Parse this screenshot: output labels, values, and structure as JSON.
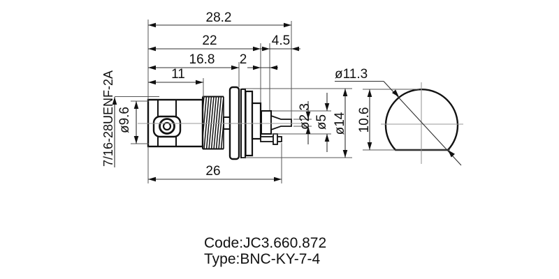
{
  "side_view": {
    "thread_label": "7/16-28UENF-2A",
    "dim_overall_length": "28.2",
    "dim_body_length": "22",
    "dim_length_16_8": "16.8",
    "dim_front_length": "11",
    "dim_insulator_step": "2",
    "dim_pin_length": "4.5",
    "dim_rear_length": "26",
    "dim_barrel_diameter": "ø9.6",
    "dim_pin_diameter": "ø2.3",
    "dim_insulator_diameter": "ø5",
    "dim_flange_diameter": "ø14"
  },
  "front_view": {
    "dim_cutout_diameter": "ø11.3",
    "dim_flat_width": "10.6"
  },
  "footer": {
    "code": "Code:JC3.660.872",
    "type": "Type:BNC-KY-7-4"
  },
  "colors": {
    "outline": "#111111",
    "dimension": "#2f2f2f",
    "centerline": "#9a9a9a"
  }
}
